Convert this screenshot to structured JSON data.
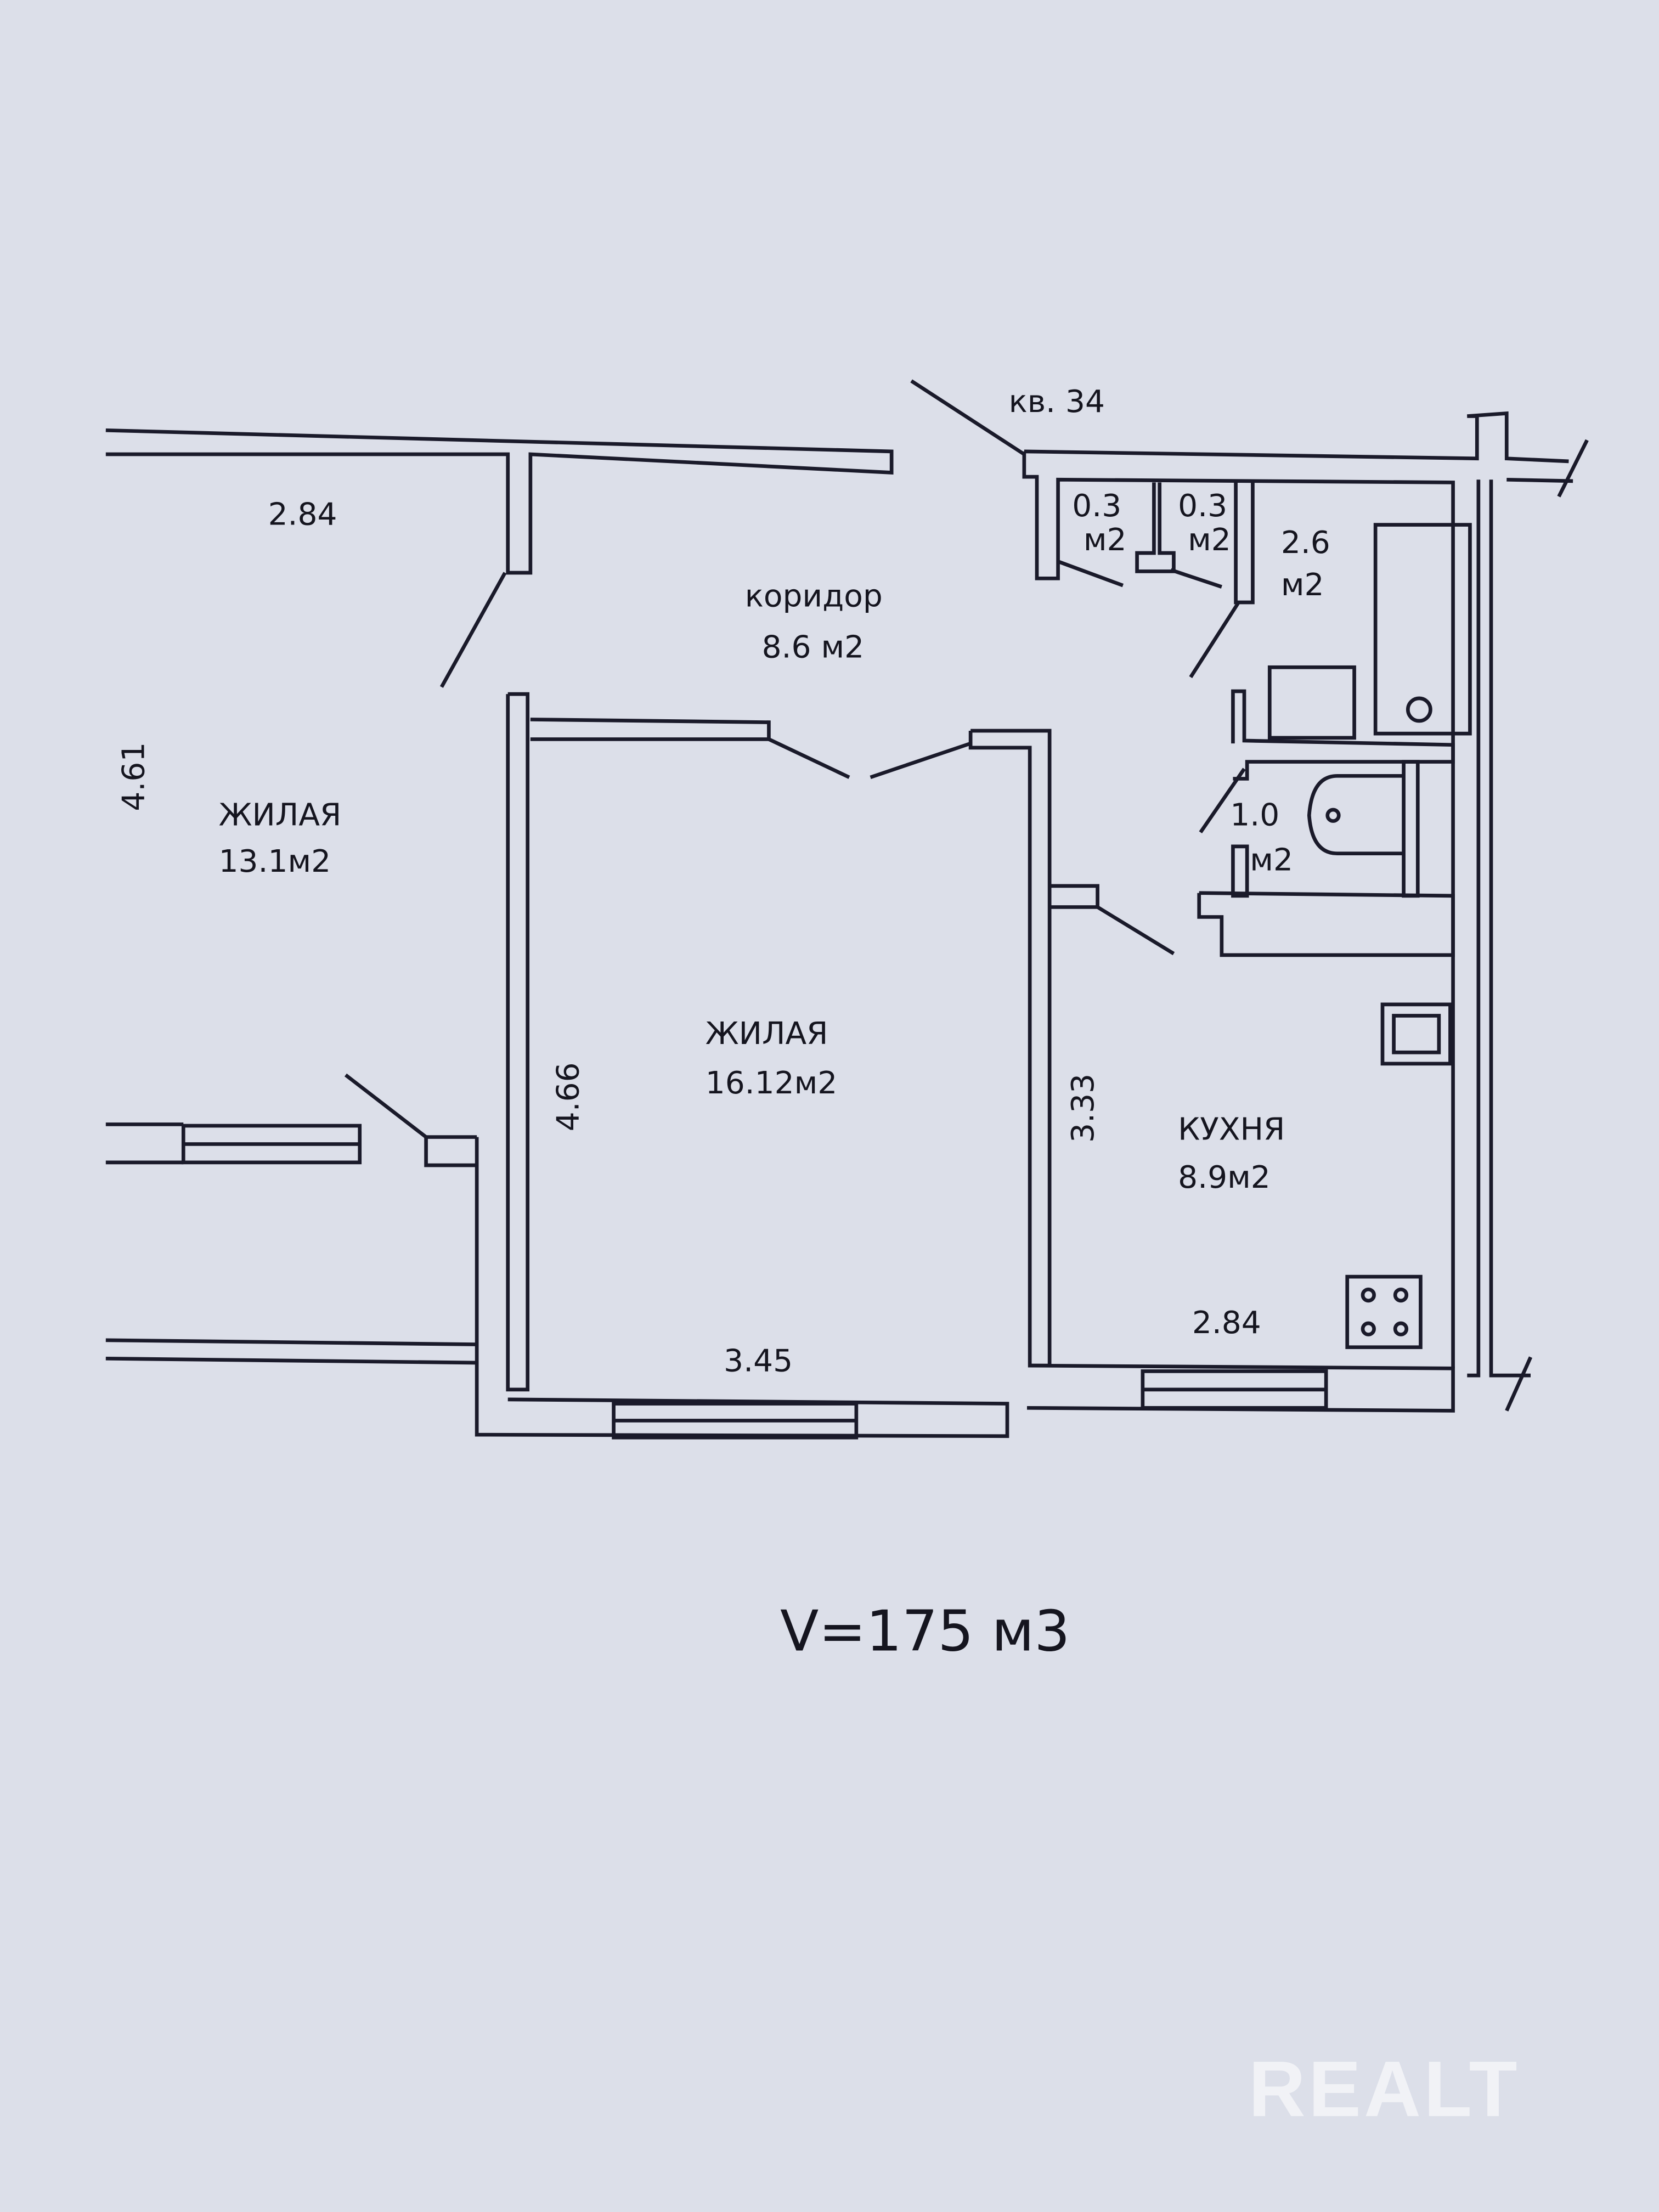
{
  "apartment_label": "кв. 34",
  "rooms": [
    {
      "name": "ЖИЛАЯ",
      "area": "13.1м2"
    },
    {
      "name": "ЖИЛАЯ",
      "area": "16.12м2"
    },
    {
      "name": "коридор",
      "area": "8.6 м2"
    },
    {
      "name": "КУХНЯ",
      "area": "8.9м2"
    }
  ],
  "small_areas": [
    {
      "value": "0.3",
      "unit": "м2"
    },
    {
      "value": "0.3",
      "unit": "м2"
    },
    {
      "value": "2.6",
      "unit": "м2"
    },
    {
      "value": "1.0",
      "unit": "м2"
    }
  ],
  "dimensions": {
    "left_room_width": "2.84",
    "left_room_length": "4.61",
    "middle_room_length": "4.66",
    "middle_room_width": "3.45",
    "kitchen_length": "3.33",
    "kitchen_width": "2.84"
  },
  "volume": "V=175 м3",
  "watermark": "REALT"
}
